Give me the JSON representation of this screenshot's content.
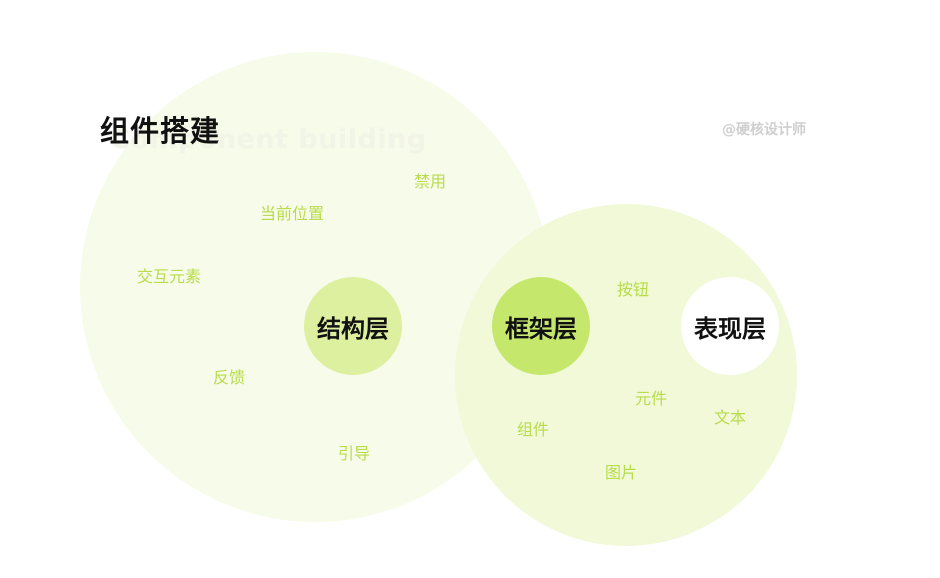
{
  "heading": {
    "title": "组件搭建",
    "subtitle": "Component building"
  },
  "watermark": "@硬核设计师",
  "layers": {
    "structure": "结构层",
    "framework": "框架层",
    "presentation": "表现层"
  },
  "structure_terms": [
    "禁用",
    "当前位置",
    "交互元素",
    "反馈",
    "引导"
  ],
  "framework_terms": [
    "按钮",
    "元件",
    "文本",
    "组件",
    "图片"
  ],
  "colors": {
    "outer_left": "#f7fbe9",
    "outer_right": "#f1f9d8",
    "structure": "#dcf0a0",
    "framework": "#c5e86c",
    "presentation": "#ffffff",
    "term_text": "#b8dc4c"
  }
}
